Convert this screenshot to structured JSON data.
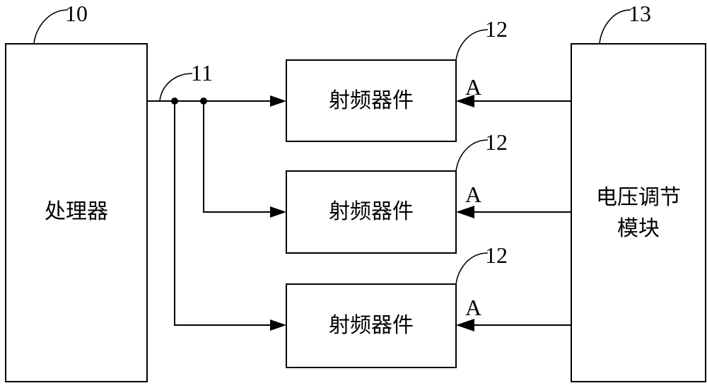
{
  "processor": {
    "label": "处理器",
    "ref": "10"
  },
  "bus": {
    "ref": "11"
  },
  "rf_devices": [
    {
      "label": "射频器件",
      "ref": "12",
      "input_label": "A"
    },
    {
      "label": "射频器件",
      "ref": "12",
      "input_label": "A"
    },
    {
      "label": "射频器件",
      "ref": "12",
      "input_label": "A"
    }
  ],
  "voltage_module": {
    "label_line1": "电压调节",
    "label_line2": "模块",
    "ref": "13"
  },
  "colors": {
    "line": "#000000",
    "background": "#ffffff"
  }
}
